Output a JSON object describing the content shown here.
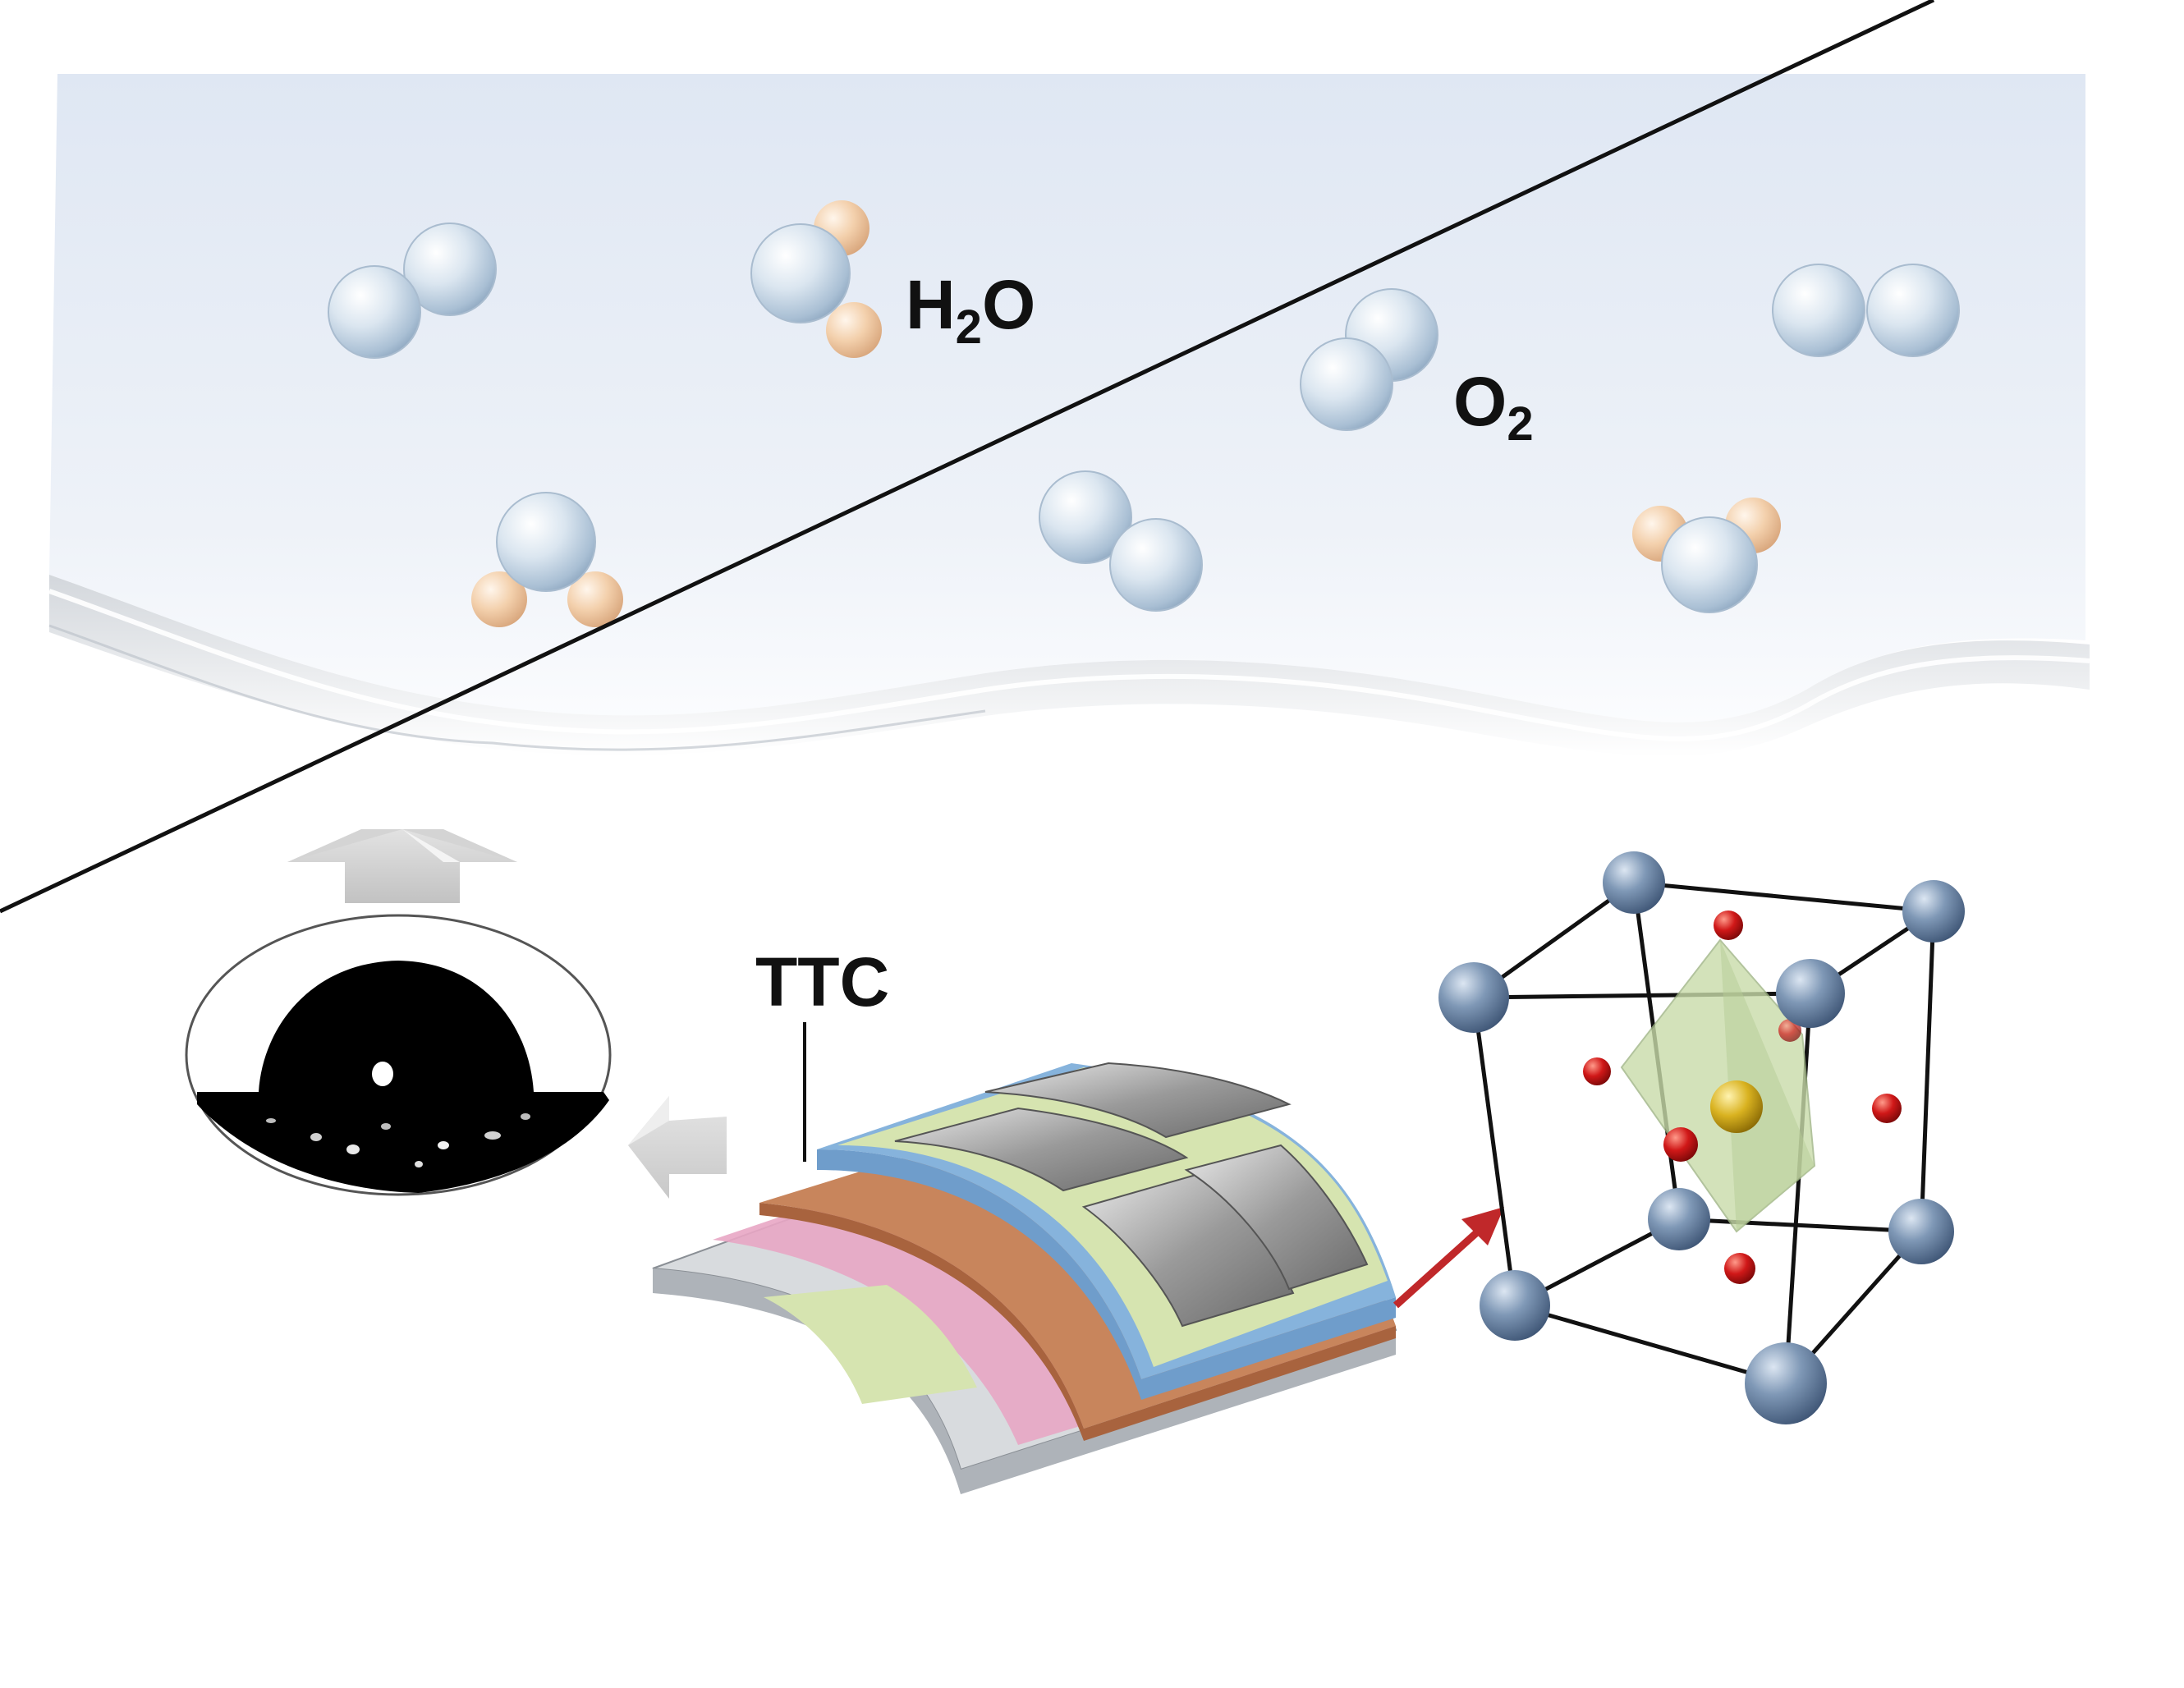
{
  "labels": {
    "water_main": "H",
    "water_sub": "2",
    "water_tail": "O",
    "oxygen_main": "O",
    "oxygen_sub": "2",
    "coating": "TTC"
  },
  "colors": {
    "sky_top": "#dfe7f3",
    "sphere_blue": "#b9ccde",
    "sphere_peach": "#f1c9a2",
    "lattice_node": "#6f8aab",
    "oxygen_ion": "#d01818",
    "center_ion": "#d9b220",
    "octahedron": "#c9dcaa",
    "arrow_red": "#c0282a",
    "layer_blue": "#86b3dc",
    "layer_green": "#d6e4b0",
    "layer_orange": "#c8855c",
    "layer_pink": "#e8a6c4",
    "layer_grey": "#d7dadd",
    "droplet": "#000000"
  },
  "icons": [
    "up-arrow-icon",
    "left-arrow-icon",
    "red-arrow-icon"
  ]
}
